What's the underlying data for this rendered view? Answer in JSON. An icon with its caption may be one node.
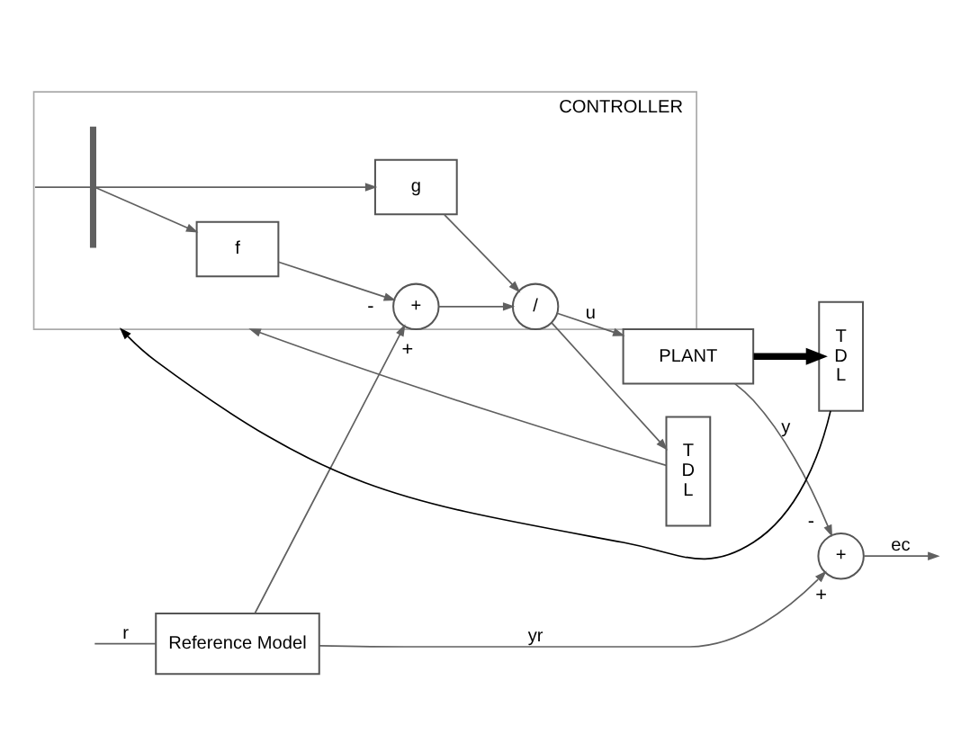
{
  "diagram": {
    "nodes": [
      {
        "text": [
          "Reference Model"
        ]
      },
      {
        "text": [
          "+"
        ],
        "beside": [
          "+",
          "-"
        ]
      },
      {
        "text": [
          "CONTROLLER"
        ]
      },
      {
        "text": [
          "+"
        ],
        "in": 2,
        "beside": [
          "+",
          "-"
        ]
      },
      {
        "text": [
          "/"
        ],
        "in": 2
      },
      {
        "text": [
          "PLANT"
        ]
      },
      {
        "text": [
          "f"
        ],
        "in": 2
      },
      {
        "text": [
          "g"
        ],
        "in": 2
      },
      {
        "text": [],
        "shape": "bar",
        "in": 2
      },
      {
        "text": [
          "T D L"
        ]
      },
      {
        "text": [
          "T D L"
        ]
      }
    ],
    "edges": [
      {
        "from": null,
        "to": 0,
        "arrow": "none",
        "label": "r"
      },
      {
        "from": 0,
        "to": 1,
        "arrow": "to",
        "label": "yr"
      },
      {
        "from": 0,
        "to": 3,
        "arrow": "to"
      },
      {
        "from": 3,
        "to": 4,
        "arrow": "to"
      },
      {
        "from": 6,
        "to": 3,
        "arrow": "to"
      },
      {
        "from": 7,
        "to": 4,
        "arrow": "to"
      },
      {
        "from": 4,
        "to": 5,
        "arrow": "to",
        "label": "u"
      },
      {
        "from": 4,
        "to": 9,
        "arrow": "to"
      },
      {
        "from": 5,
        "to": 1,
        "arrow": "to",
        "label": "y"
      },
      {
        "from": 5,
        "to": 10,
        "arrow": "to",
        "style": "thick",
        "color": "#000000"
      },
      {
        "from": 1,
        "to": null,
        "arrow": "to",
        "label": "ec"
      },
      {
        "from": 9,
        "to": 2,
        "arrow": "to"
      },
      {
        "from": 10,
        "to": 2,
        "arrow": "to",
        "color": "#000000"
      },
      {
        "from": 2,
        "to": 8,
        "arrow": "none"
      },
      {
        "from": 8,
        "to": 6,
        "arrow": "to"
      },
      {
        "from": 8,
        "to": 7,
        "arrow": "to"
      }
    ]
  }
}
